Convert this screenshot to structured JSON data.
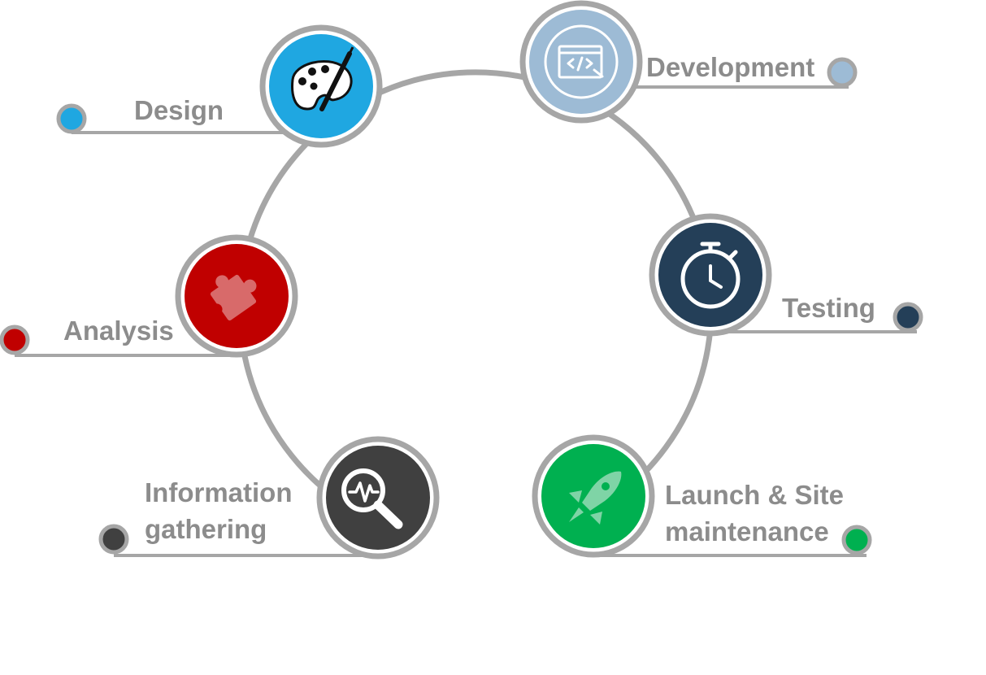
{
  "stages": [
    {
      "id": "information-gathering",
      "label_lines": [
        "Information",
        "gathering"
      ],
      "color": "#404040",
      "icon": "magnifier-pulse-icon"
    },
    {
      "id": "analysis",
      "label_lines": [
        "Analysis"
      ],
      "color": "#c00000",
      "icon": "puzzle-icon"
    },
    {
      "id": "design",
      "label_lines": [
        "Design"
      ],
      "color": "#1fa7e1",
      "icon": "palette-icon"
    },
    {
      "id": "development",
      "label_lines": [
        "Development"
      ],
      "color": "#9dbbd5",
      "icon": "code-window-icon"
    },
    {
      "id": "testing",
      "label_lines": [
        "Testing"
      ],
      "color": "#243f58",
      "icon": "stopwatch-icon"
    },
    {
      "id": "launch",
      "label_lines": [
        "Launch & Site",
        "maintenance"
      ],
      "color": "#00b050",
      "icon": "rocket-icon"
    }
  ],
  "ring_color": "#a6a6a6"
}
